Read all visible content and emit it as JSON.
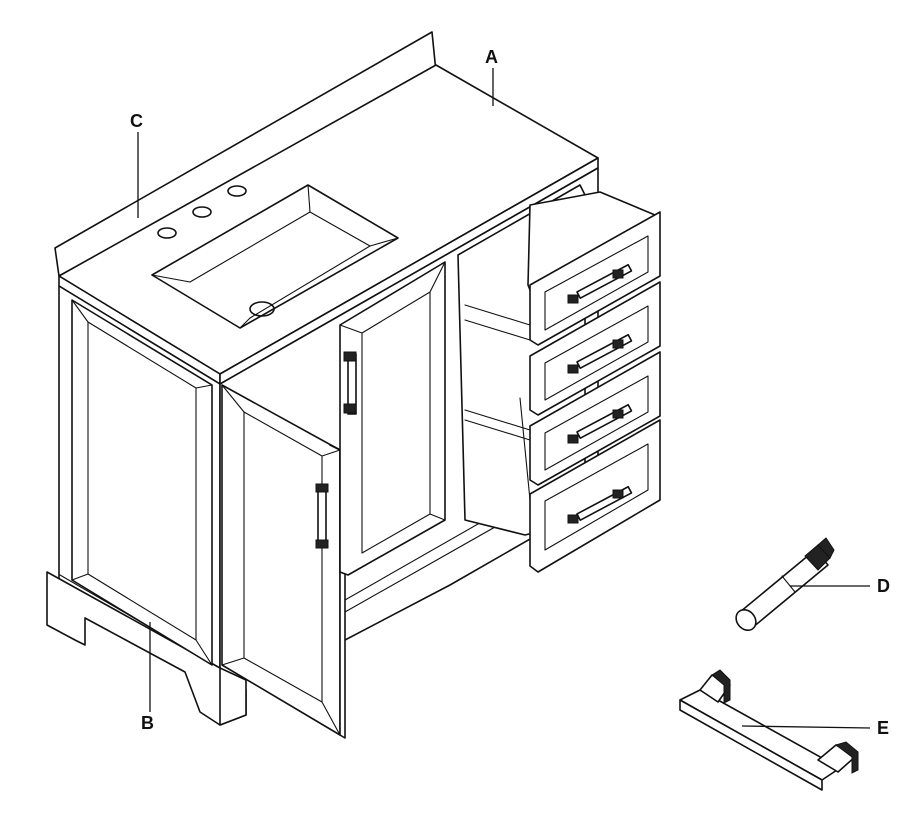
{
  "callouts": [
    {
      "id": "A",
      "text": "A",
      "part": "countertop"
    },
    {
      "id": "B",
      "text": "B",
      "part": "cabinet"
    },
    {
      "id": "C",
      "text": "C",
      "part": "backsplash"
    },
    {
      "id": "D",
      "text": "D",
      "part": "touch-up-marker"
    },
    {
      "id": "E",
      "text": "E",
      "part": "handle"
    }
  ],
  "colors": {
    "line": "#111111",
    "background": "#ffffff",
    "dark_fill": "#222222"
  }
}
